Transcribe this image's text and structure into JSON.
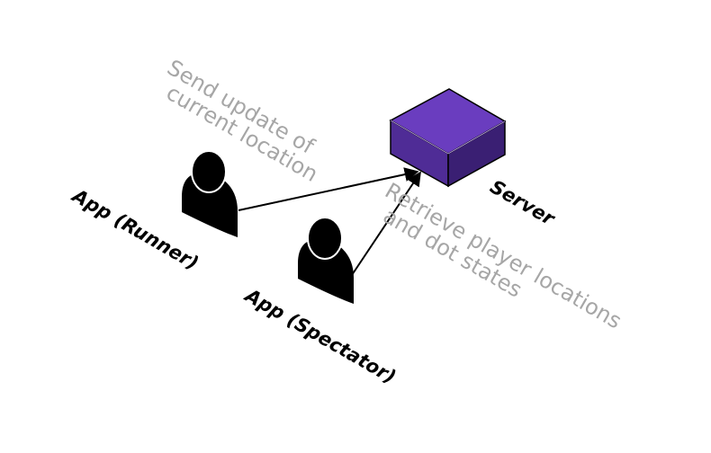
{
  "nodes": {
    "server": "Server",
    "runner": "App (Runner)",
    "spectator": "App (Spectator)"
  },
  "annotations": {
    "send_line1": "Send update of",
    "send_line2": "current location",
    "retrieve_line1": "Retrieve player locations",
    "retrieve_line2": "and dot states"
  },
  "colors": {
    "server_top": "#6a3dbf",
    "server_left": "#4f2c96",
    "server_right": "#3a1f73",
    "user": "#000000",
    "label_dark": "#000000",
    "label_note": "#a6a6a6",
    "arrow": "#000000"
  }
}
